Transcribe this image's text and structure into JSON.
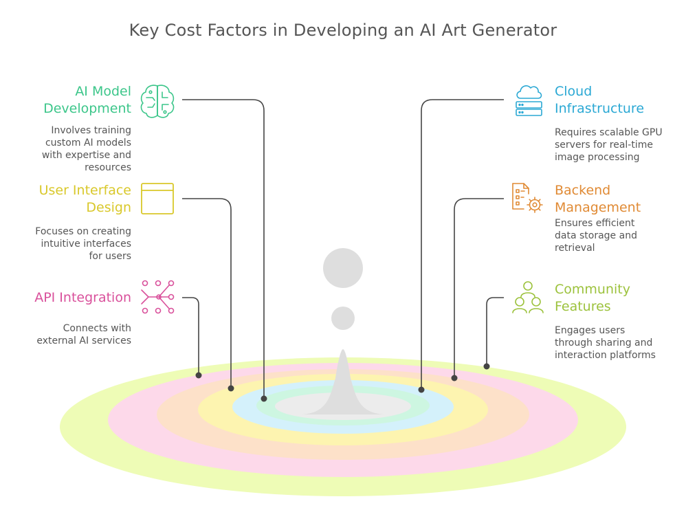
{
  "title": "Key Cost Factors in Developing an AI Art Generator",
  "factors": [
    {
      "heading_lines": [
        "AI Model",
        "Development"
      ],
      "desc_lines": [
        "Involves training",
        "custom AI models",
        "with expertise and",
        "resources"
      ],
      "color": "#3cc68a",
      "icon": "brain-icon"
    },
    {
      "heading_lines": [
        "User Interface",
        "Design"
      ],
      "desc_lines": [
        "Focuses on creating",
        "intuitive interfaces",
        "for users"
      ],
      "color": "#d9c82a",
      "icon": "browser-window-icon"
    },
    {
      "heading_lines": [
        "API Integration"
      ],
      "desc_lines": [
        "Connects with",
        "external AI services"
      ],
      "color": "#d9509b",
      "icon": "network-nodes-icon"
    },
    {
      "heading_lines": [
        "Cloud",
        "Infrastructure"
      ],
      "desc_lines": [
        "Requires scalable GPU",
        "servers for real-time",
        "image processing"
      ],
      "color": "#2aa8d4",
      "icon": "cloud-server-icon"
    },
    {
      "heading_lines": [
        "Backend",
        "Management"
      ],
      "desc_lines": [
        "Ensures efficient",
        "data storage and",
        "retrieval"
      ],
      "color": "#e08a34",
      "icon": "document-gear-icon"
    },
    {
      "heading_lines": [
        "Community",
        "Features"
      ],
      "desc_lines": [
        "Engages users",
        "through sharing and",
        "interaction platforms"
      ],
      "color": "#9cc23c",
      "icon": "user-group-icon"
    }
  ],
  "ring_colors": [
    "#eefcb6",
    "#fdd9ea",
    "#fde1c9",
    "#fdf4b0",
    "#d4f1fb",
    "#cdf6e1",
    "#ececec"
  ],
  "drop_color": "#dedede",
  "connector_color": "#444444"
}
